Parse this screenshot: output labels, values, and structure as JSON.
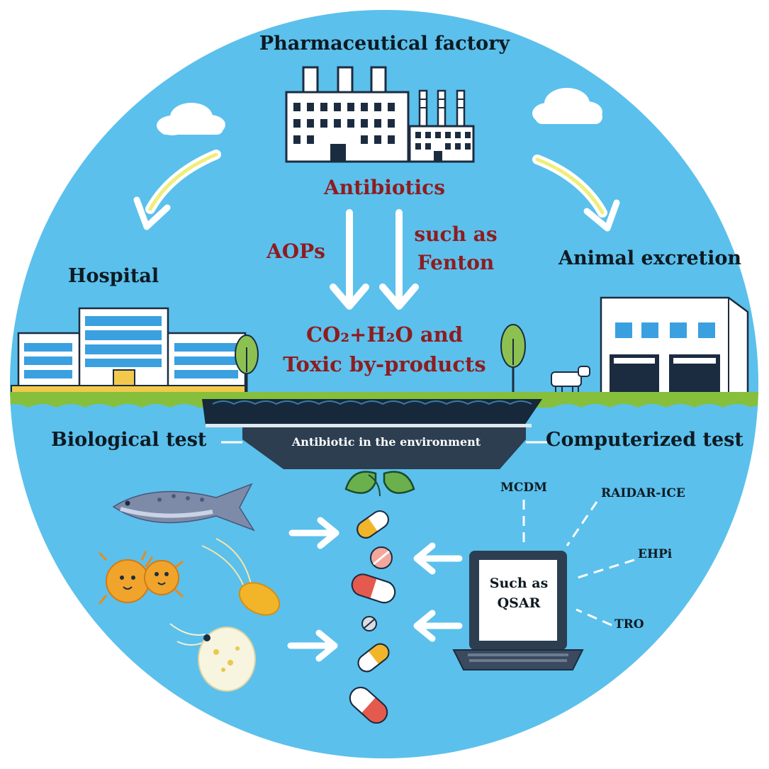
{
  "top": {
    "title": "Pharmaceutical factory",
    "antibiotics": "Antibiotics",
    "aops": "AOPs",
    "such_as_line1": "such as",
    "such_as_line2": "Fenton",
    "products_line1": "CO₂+H₂O and",
    "products_line2": "Toxic by-products"
  },
  "sides": {
    "hospital": "Hospital",
    "animal_excretion": "Animal excretion"
  },
  "middle": {
    "biological_test": "Biological test",
    "computerized_test": "Computerized test",
    "environment": "Antibiotic in the environment"
  },
  "computer": {
    "screen_line1": "Such as",
    "screen_line2": "QSAR",
    "methods": [
      "MCDM",
      "RAIDAR-ICE",
      "EHPi",
      "TRO"
    ]
  },
  "colors": {
    "sky": "#5bc0ec",
    "grass": "#86bf3b",
    "water": "#16283a",
    "label_red": "#8e1c1f",
    "label_dark": "#0e1a22"
  }
}
